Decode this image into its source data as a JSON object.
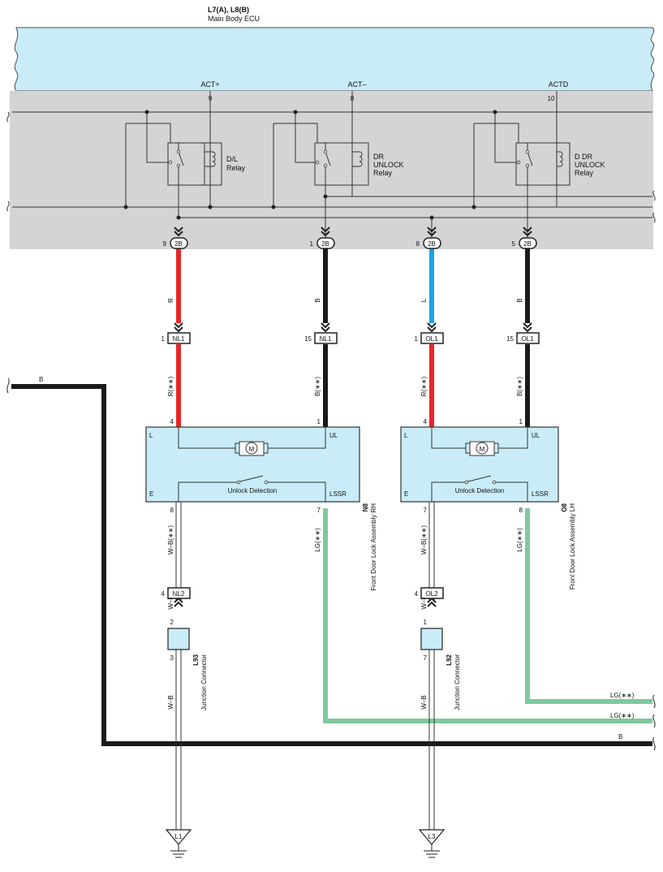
{
  "ecu": {
    "code": "L7(A), L8(B)",
    "name": "Main Body ECU"
  },
  "ecu_terminals": [
    {
      "label": "ACT+",
      "pin": "9"
    },
    {
      "label": "ACT–",
      "pin": "8"
    },
    {
      "label": "ACTD",
      "pin": "10"
    }
  ],
  "relays": [
    {
      "lines": [
        "D/L",
        "Relay"
      ]
    },
    {
      "lines": [
        "DR",
        "UNLOCK",
        "Relay"
      ]
    },
    {
      "lines": [
        "D DR",
        "UNLOCK",
        "Relay"
      ]
    }
  ],
  "connectors_2b": [
    {
      "pin": "9",
      "label": "2B"
    },
    {
      "pin": "1",
      "label": "2B"
    },
    {
      "pin": "8",
      "label": "2B"
    },
    {
      "pin": "5",
      "label": "2B"
    }
  ],
  "wire_upper": [
    {
      "color_name": "R",
      "color": "#e8262b"
    },
    {
      "color_name": "B",
      "color": "#1a1a1a"
    },
    {
      "color_name": "L",
      "color": "#1aa3e8"
    },
    {
      "color_name": "B",
      "color": "#1a1a1a"
    }
  ],
  "connectors_mid": [
    {
      "pin": "1",
      "label": "NL1"
    },
    {
      "pin": "15",
      "label": "NL1"
    },
    {
      "pin": "1",
      "label": "OL1"
    },
    {
      "pin": "15",
      "label": "OL1"
    }
  ],
  "wire_mid": [
    {
      "color_name": "R(∗∗)",
      "color": "#e8262b"
    },
    {
      "color_name": "B(∗∗)",
      "color": "#1a1a1a"
    },
    {
      "color_name": "R(∗∗)",
      "color": "#e8262b"
    },
    {
      "color_name": "B(∗∗)",
      "color": "#1a1a1a"
    }
  ],
  "door_locks": [
    {
      "code": "N8",
      "name": "Front Door Lock Assembly RH",
      "pin_l": "4",
      "pin_ul": "1",
      "pin_e": "8",
      "pin_lssr": "7",
      "term_l": "L",
      "term_ul": "UL",
      "term_e": "E",
      "term_lssr": "LSSR",
      "motor": "M",
      "switch": "Unlock Detection"
    },
    {
      "code": "O8",
      "name": "Front Door Lock Assembly LH",
      "pin_l": "4",
      "pin_ul": "1",
      "pin_e": "7",
      "pin_lssr": "8",
      "term_l": "L",
      "term_ul": "UL",
      "term_e": "E",
      "term_lssr": "LSSR",
      "motor": "M",
      "switch": "Unlock Detection"
    }
  ],
  "ground_side": [
    {
      "wire_a": "W–B(∗∗)",
      "conn_pin": "4",
      "conn_label": "NL2",
      "wire_b": "W–B",
      "jc_in": "2",
      "jc_out": "3",
      "jc_code": "L93",
      "jc_name": "Junction Connector",
      "wire_c": "W–B",
      "ground": "L1"
    },
    {
      "wire_a": "W–B(∗∗)",
      "conn_pin": "4",
      "conn_label": "OL2",
      "wire_b": "W–B",
      "jc_in": "1",
      "jc_out": "7",
      "jc_code": "L92",
      "jc_name": "Junction Connector",
      "wire_c": "W–B",
      "ground": "L3"
    }
  ],
  "lssr_wires": [
    "LG(∗∗)",
    "LG(∗∗)"
  ],
  "bus_labels": {
    "lg_upper": "LG(∗∗)",
    "lg_lower": "LG(∗∗)",
    "b_left": "B",
    "b_right": "B"
  },
  "colors": {
    "ecu_fill": "#c9ecf8",
    "relay_bg": "#d4d4d6",
    "component_fill": "#c9ecf8",
    "red": "#e8262b",
    "black": "#1a1a1a",
    "blue": "#1aa3e8",
    "light_green": "#7ec99c"
  }
}
